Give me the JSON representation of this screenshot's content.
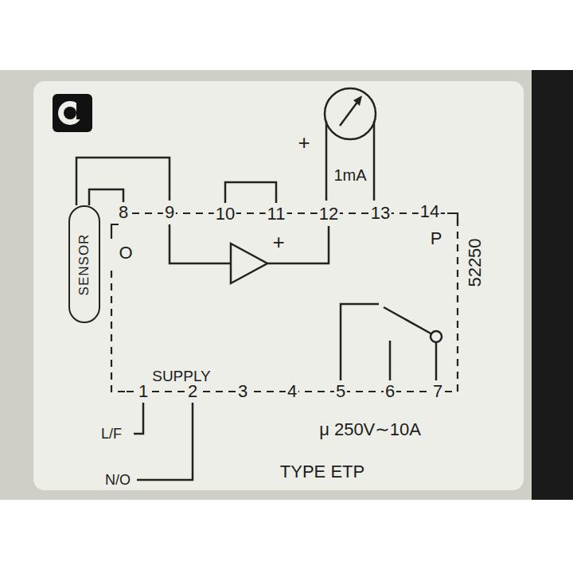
{
  "diagram": {
    "nodes": [
      {
        "text": [
          "SENSOR"
        ]
      }
    ],
    "labels": [
      "+",
      "1mA",
      "8",
      "9",
      "10",
      "11",
      "12",
      "13",
      "14",
      "O",
      "+",
      "P",
      "52250",
      "SUPPLY",
      "1",
      "2",
      "3",
      "4",
      "5",
      "6",
      "7",
      "L/F",
      "N/O",
      "μ 250V∼10A",
      "TYPE ETP"
    ]
  }
}
